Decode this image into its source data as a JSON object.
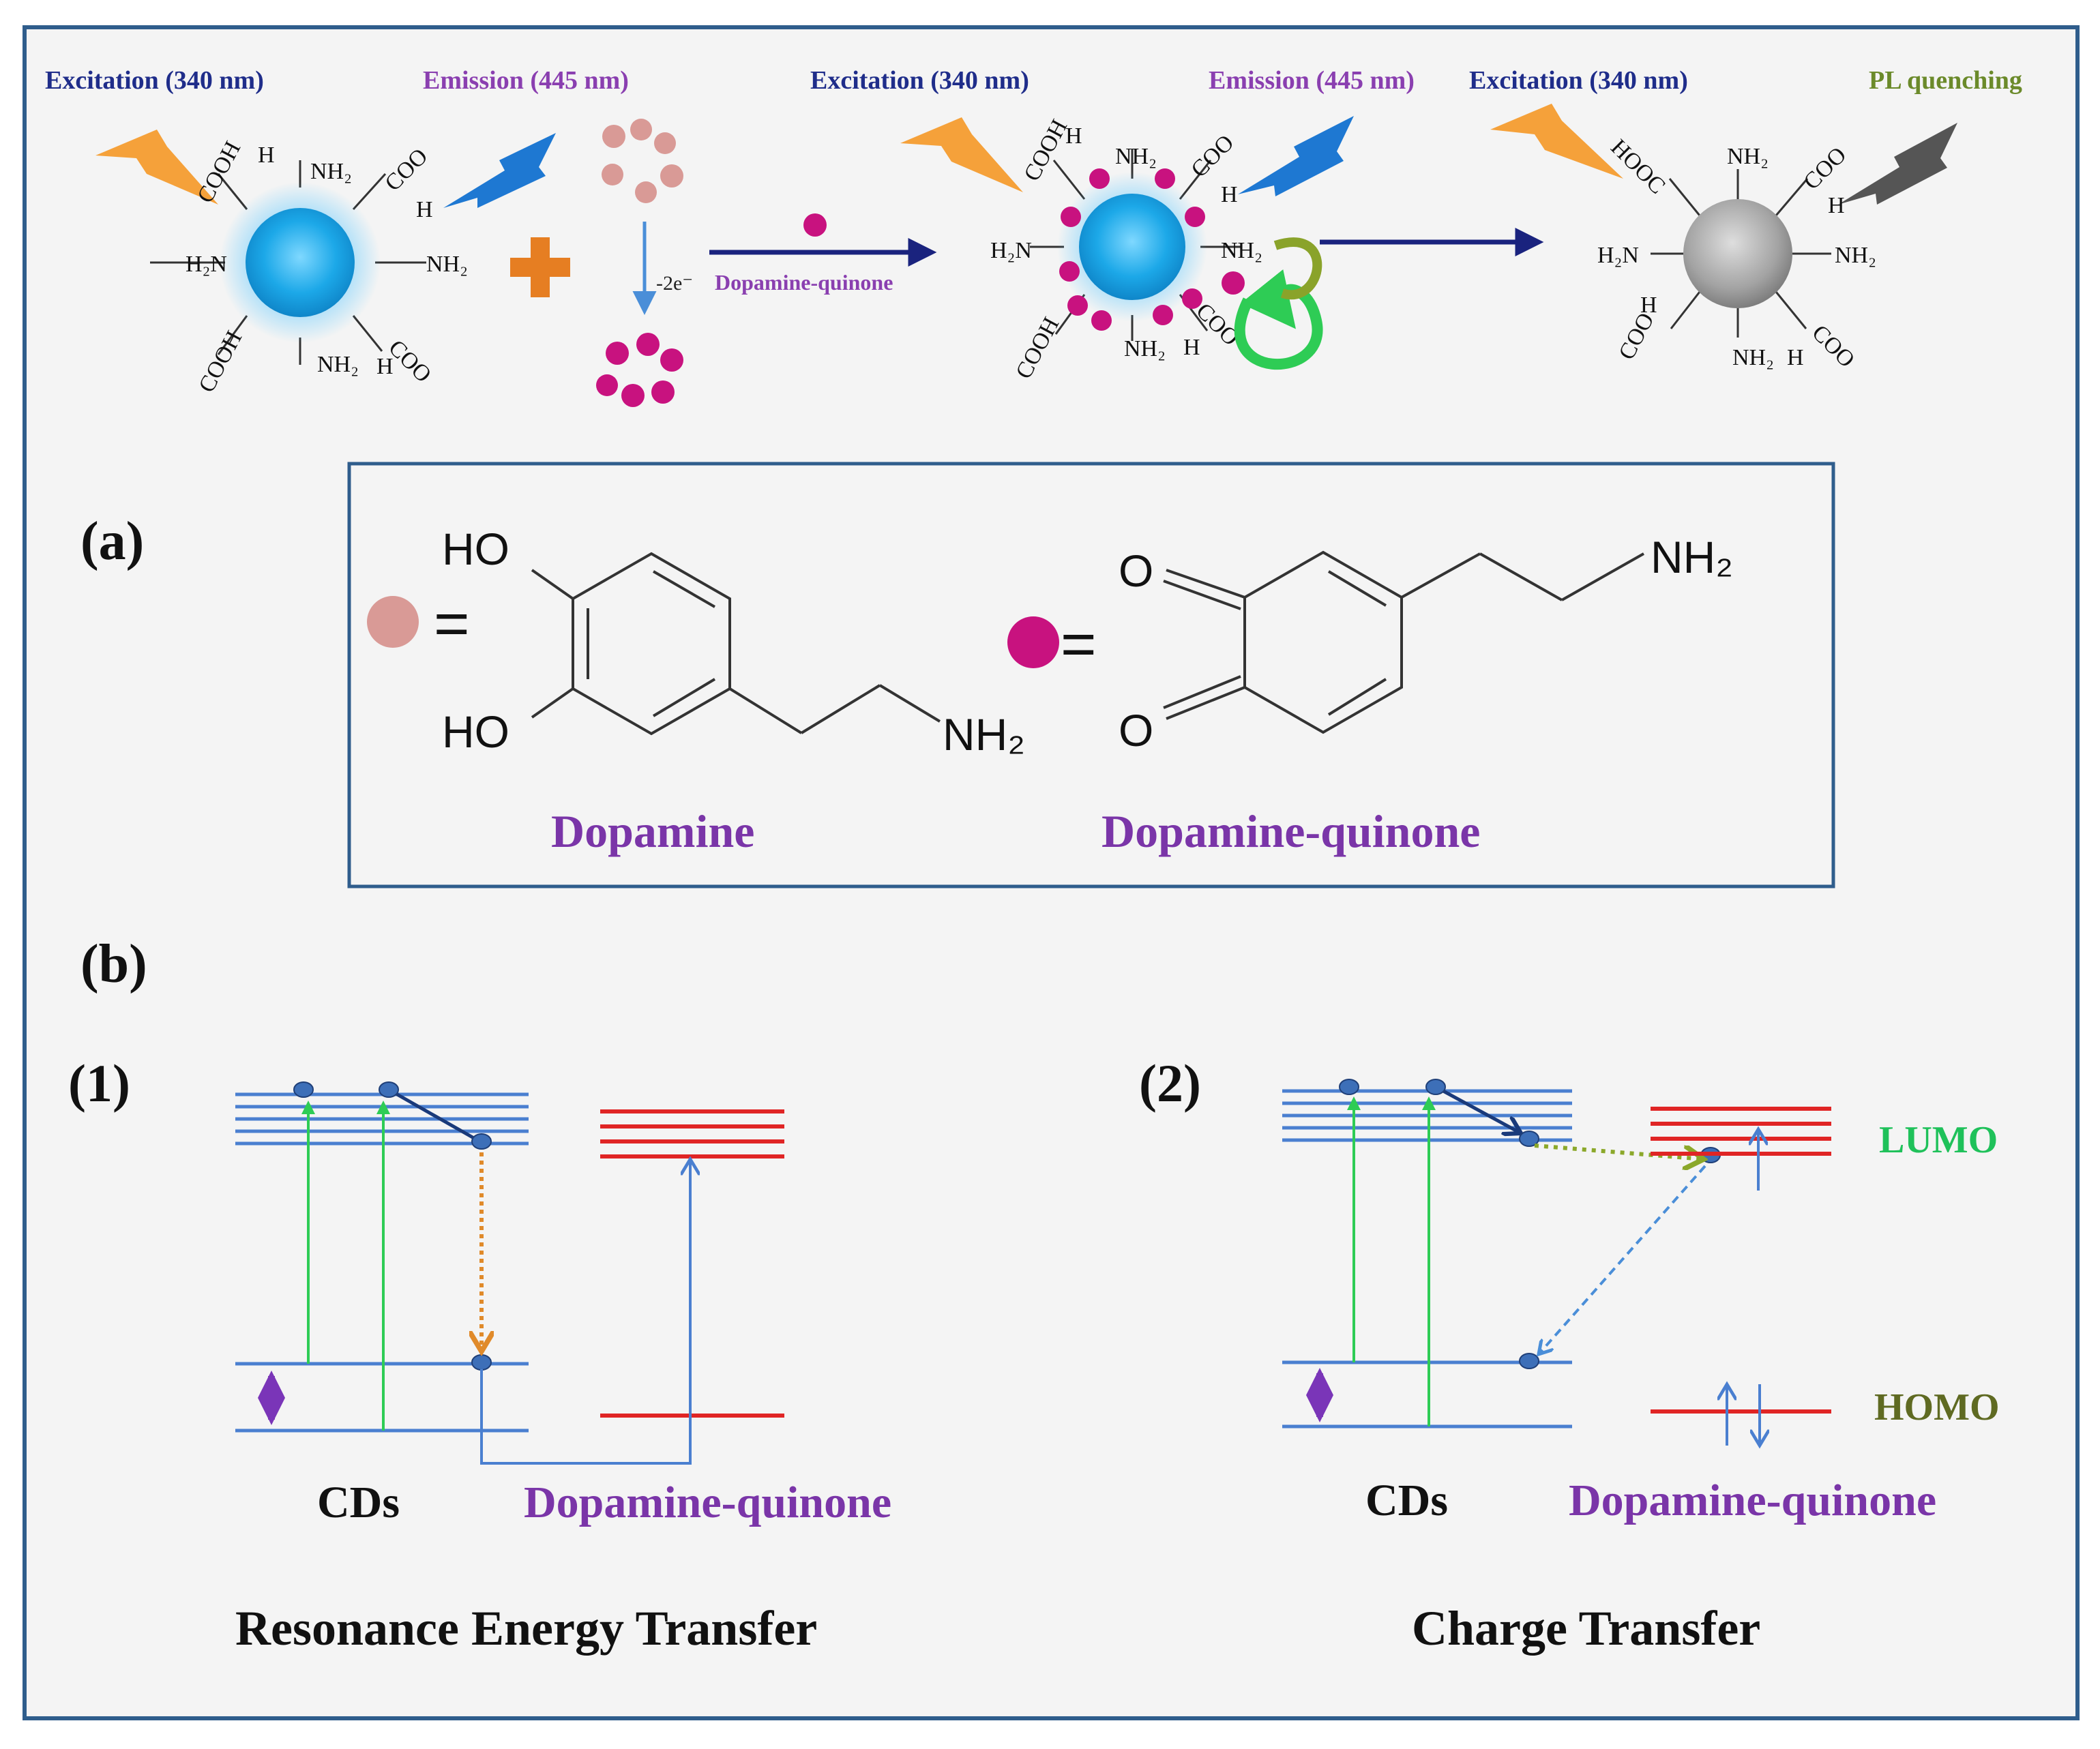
{
  "colors": {
    "frame": "#2f5d8c",
    "background": "#f4f4f4",
    "excitation": "#1f2d8a",
    "emission": "#8a3fb0",
    "quenching": "#6b8a2a",
    "label_purple": "#7a35a8",
    "lumo": "#1fc15a",
    "homo": "#5f6a22",
    "cd_blue": "#1ca8e8",
    "cd_grey": "#9a9a9a",
    "dopamine_dot": "#d99a96",
    "quinone_dot": "#c8127f",
    "orange_bolt": "#f5a13a",
    "blue_bolt": "#1e78d2",
    "grey_bolt": "#555555",
    "level_blue": "#4a7fd0",
    "level_red": "#e02525",
    "transition_green": "#2ecc55",
    "double_arrow_purple": "#7a35b8",
    "plus_orange": "#e67e22"
  },
  "top_row": {
    "stage1": {
      "excitation": "Excitation (340 nm)",
      "emission": "Emission (445 nm)"
    },
    "stage2": {
      "excitation": "Excitation (340 nm)",
      "emission": "Emission (445 nm)"
    },
    "stage3": {
      "excitation": "Excitation (340 nm)",
      "quenching": "PL quenching"
    },
    "oxidation_label": "-2e⁻",
    "arrow1_label": "Dopamine-quinone"
  },
  "groups": {
    "nh2": "NH₂",
    "h2n": "H₂N",
    "cooh": "COOH",
    "hooc": "HOOC",
    "coo": "COO",
    "h": "H"
  },
  "panel_a": {
    "label": "(a)",
    "equals": "=",
    "dopamine": {
      "ho_top": "HO",
      "ho_bottom": "HO",
      "nh2": "NH₂",
      "caption": "Dopamine"
    },
    "quinone": {
      "o_top": "O",
      "o_bottom": "O",
      "nh2": "NH₂",
      "caption": "Dopamine-quinone"
    }
  },
  "panel_b": {
    "label": "(b)",
    "part1": {
      "label": "(1)",
      "cds": "CDs",
      "acceptor": "Dopamine-quinone",
      "title": "Resonance Energy Transfer"
    },
    "part2": {
      "label": "(2)",
      "cds": "CDs",
      "acceptor": "Dopamine-quinone",
      "title": "Charge Transfer",
      "lumo": "LUMO",
      "homo": "HOMO"
    }
  }
}
